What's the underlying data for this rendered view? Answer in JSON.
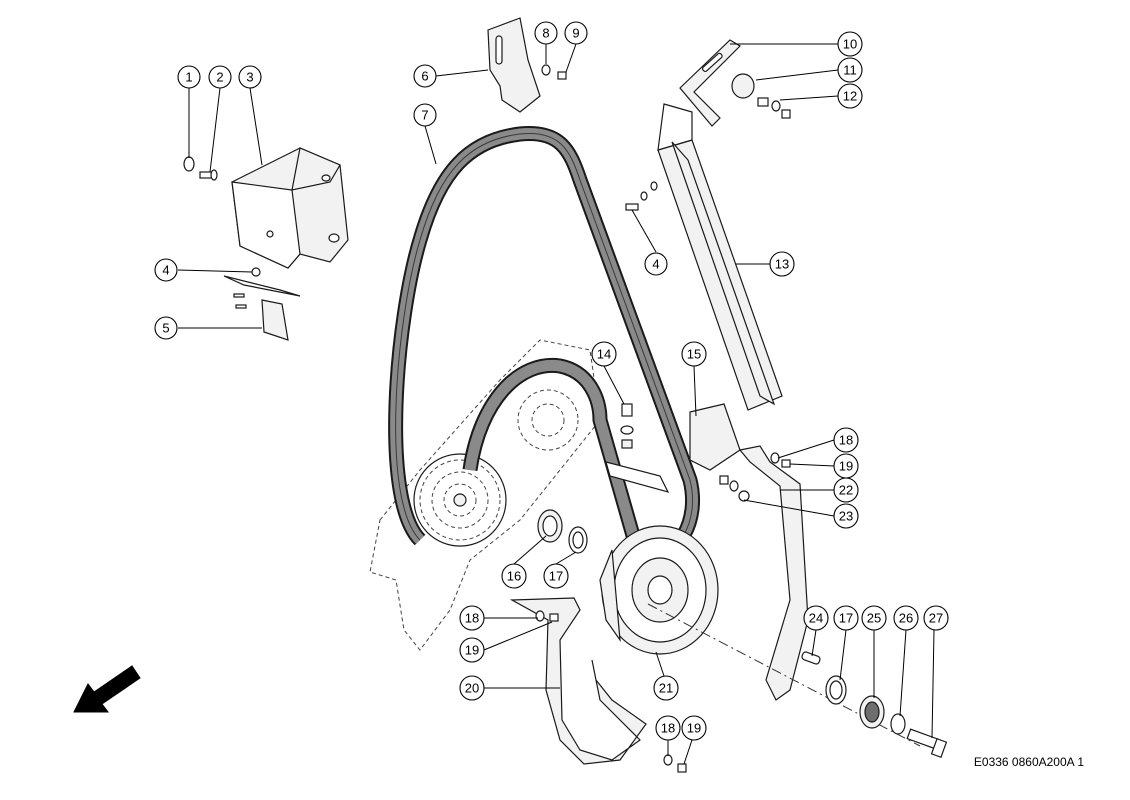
{
  "diagram": {
    "reference_code": "E0336 0860A200A 1",
    "callouts": [
      "1",
      "2",
      "3",
      "4",
      "5",
      "6",
      "7",
      "8",
      "9",
      "10",
      "11",
      "12",
      "13",
      "4",
      "14",
      "15",
      "18",
      "19",
      "22",
      "23",
      "16",
      "17",
      "18",
      "19",
      "24",
      "17",
      "25",
      "26",
      "27",
      "20",
      "21",
      "18",
      "19"
    ]
  },
  "icons": {
    "direction_arrow": "arrow-down-left-icon"
  }
}
